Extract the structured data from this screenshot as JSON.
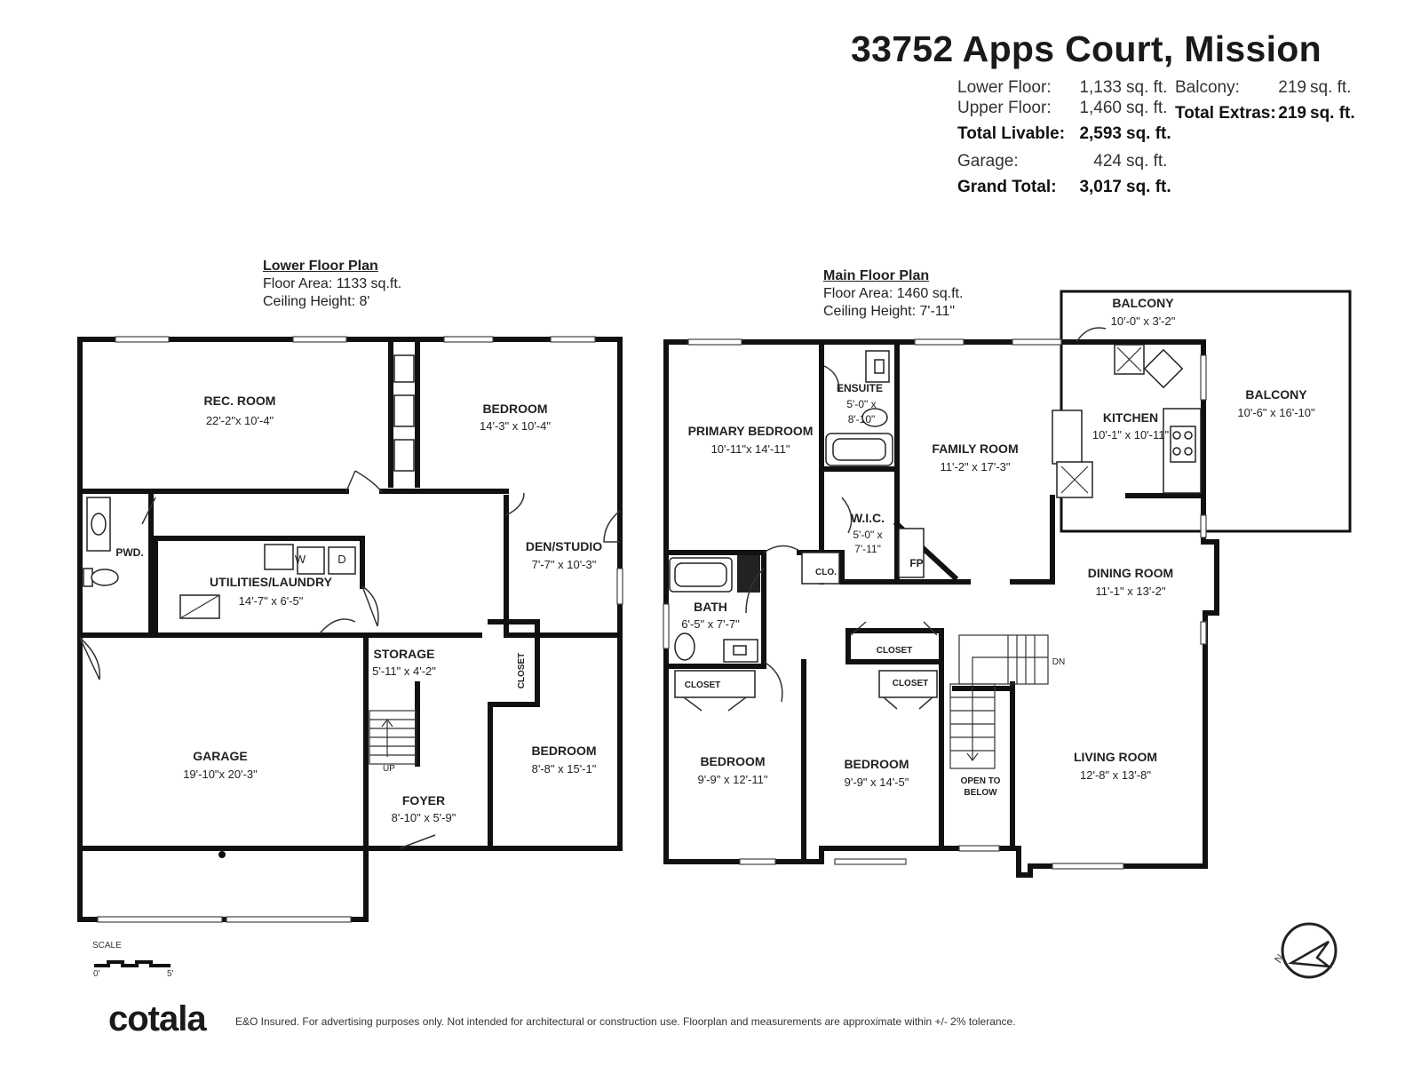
{
  "header": {
    "address": "33752 Apps Court, Mission",
    "areas": [
      {
        "label": "Lower Floor:",
        "value": "1,133",
        "unit": "sq. ft."
      },
      {
        "label": "Upper Floor:",
        "value": "1,460",
        "unit": "sq. ft."
      },
      {
        "label": "Total Livable:",
        "value": "2,593",
        "unit": "sq. ft."
      },
      {
        "label": "Garage:",
        "value": "424",
        "unit": "sq. ft."
      },
      {
        "label": "Grand Total:",
        "value": "3,017",
        "unit": "sq. ft."
      }
    ],
    "extras": [
      {
        "label": "Balcony:",
        "value": "219",
        "unit": "sq. ft."
      },
      {
        "label": "Total Extras:",
        "value": "219",
        "unit": "sq. ft."
      }
    ]
  },
  "lower_plan": {
    "title": "Lower Floor Plan",
    "floor_area": "Floor Area: 1133 sq.ft.",
    "ceiling": "Ceiling Height: 8'"
  },
  "main_plan": {
    "title": "Main Floor Plan",
    "floor_area": "Floor Area: 1460 sq.ft.",
    "ceiling": "Ceiling Height: 7'-11\""
  },
  "rooms": {
    "rec_room": {
      "name": "REC. ROOM",
      "dim": "22'-2\"x 10'-4\""
    },
    "lower_bedroom_1": {
      "name": "BEDROOM",
      "dim": "14'-3\" x 10'-4\""
    },
    "pwd": {
      "name": "PWD."
    },
    "utilities": {
      "name": "UTILITIES/LAUNDRY",
      "dim": "14'-7\" x 6'-5\""
    },
    "den": {
      "name": "DEN/STUDIO",
      "dim": "7'-7\" x 10'-3\""
    },
    "storage": {
      "name": "STORAGE",
      "dim": "5'-11\" x 4'-2\""
    },
    "closet_lower": {
      "name": "CLOSET"
    },
    "garage": {
      "name": "GARAGE",
      "dim": "19'-10\"x 20'-3\""
    },
    "lower_bedroom_2": {
      "name": "BEDROOM",
      "dim": "8'-8\" x 15'-1\""
    },
    "foyer": {
      "name": "FOYER",
      "dim": "8'-10\" x 5'-9\""
    },
    "stair_up": {
      "name": "UP"
    },
    "primary_bedroom": {
      "name": "PRIMARY BEDROOM",
      "dim": "10'-11\"x 14'-11\""
    },
    "ensuite": {
      "name": "ENSUITE",
      "dim_a": "5'-0\" x",
      "dim_b": "8'-10\""
    },
    "family_room": {
      "name": "FAMILY ROOM",
      "dim": "11'-2\" x 17'-3\""
    },
    "kitchen": {
      "name": "KITCHEN",
      "dim": "10'-1\" x 10'-11\""
    },
    "balcony_top": {
      "name": "BALCONY",
      "dim": "10'-0\" x 3'-2\""
    },
    "balcony_side": {
      "name": "BALCONY",
      "dim": "10'-6\" x 16'-10\""
    },
    "wic": {
      "name": "W.I.C.",
      "dim_a": "5'-0\" x",
      "dim_b": "7'-11\""
    },
    "clo": {
      "name": "CLO."
    },
    "fp": {
      "name": "FP"
    },
    "dining_room": {
      "name": "DINING ROOM",
      "dim": "11'-1\" x 13'-2\""
    },
    "bath": {
      "name": "BATH",
      "dim": "6'-5\" x 7'-7\""
    },
    "closet_a": {
      "name": "CLOSET"
    },
    "closet_b": {
      "name": "CLOSET"
    },
    "closet_c": {
      "name": "CLOSET"
    },
    "main_bedroom_1": {
      "name": "BEDROOM",
      "dim": "9'-9\" x 12'-11\""
    },
    "main_bedroom_2": {
      "name": "BEDROOM",
      "dim": "9'-9\" x 14'-5\""
    },
    "open_below": {
      "line1": "OPEN TO",
      "line2": "BELOW"
    },
    "stair_dn": {
      "name": "DN"
    },
    "living_room": {
      "name": "LIVING ROOM",
      "dim": "12'-8\" x 13'-8\""
    }
  },
  "washer_label": "W",
  "dryer_label": "D",
  "compass_label": "N",
  "scale": {
    "title": "SCALE",
    "start": "0'",
    "end": "5'"
  },
  "footer": {
    "brand": "cotala",
    "disclaimer": "E&O Insured. For advertising purposes only. Not intended for architectural or construction use. Floorplan and measurements are approximate within +/- 2% tolerance."
  }
}
